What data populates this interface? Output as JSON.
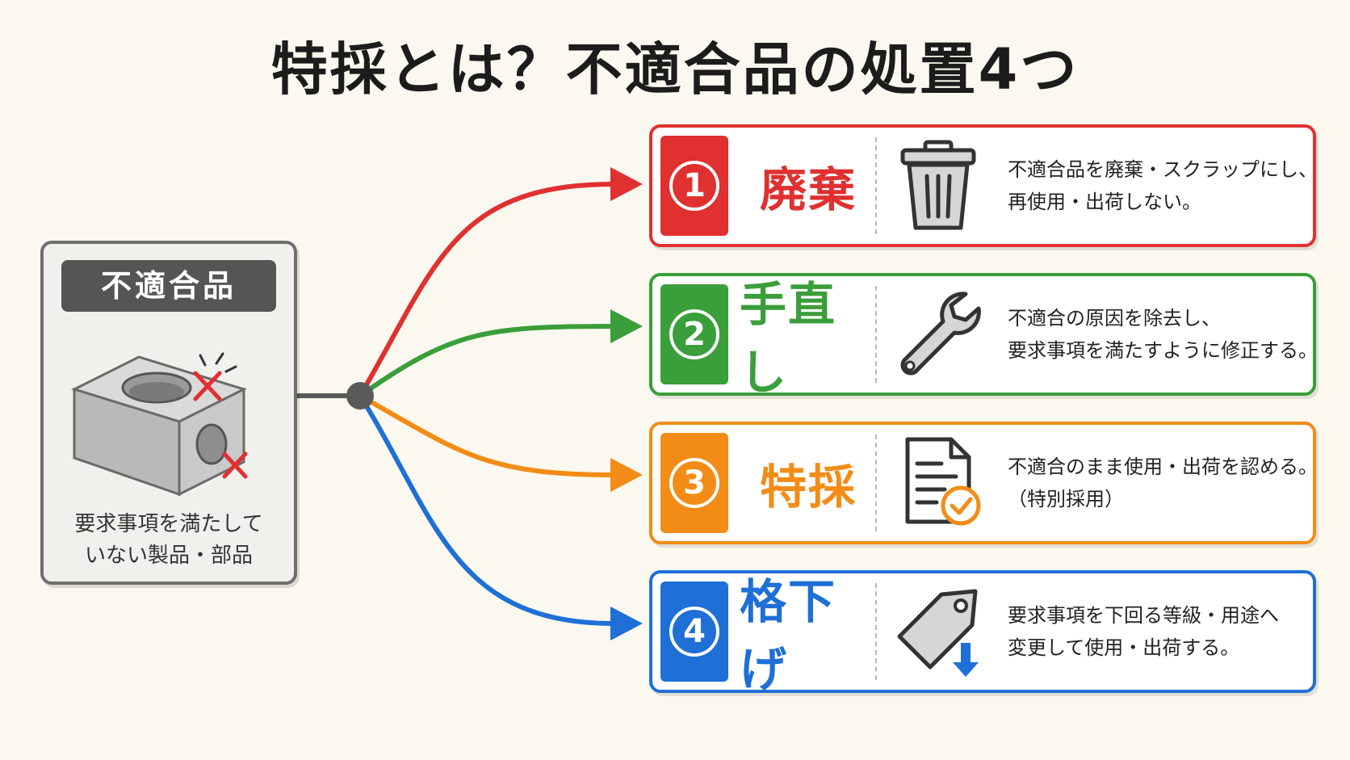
{
  "title": "特採とは？不適合品の処置4つ",
  "source": {
    "label": "不適合品",
    "description_lines": [
      "要求事項を満たして",
      "いない製品・部品"
    ]
  },
  "hub_color": "#5a5a5a",
  "options": [
    {
      "number": "1",
      "label": "廃棄",
      "color": "#e03030",
      "icon": "trash-can-icon",
      "text_lines": [
        "不適合品を廃棄・スクラップにし、",
        "再使用・出荷しない。"
      ]
    },
    {
      "number": "2",
      "label": "手直し",
      "color": "#3a9e3a",
      "icon": "wrench-icon",
      "text_lines": [
        "不適合の原因を除去し、",
        "要求事項を満たすように修正する。"
      ]
    },
    {
      "number": "3",
      "label": "特採",
      "color": "#f28c16",
      "icon": "document-check-icon",
      "text_lines": [
        "不適合のまま使用・出荷を認める。",
        "（特別採用）"
      ]
    },
    {
      "number": "4",
      "label": "格下げ",
      "color": "#1e6fd6",
      "icon": "price-tag-down-icon",
      "text_lines": [
        "要求事項を下回る等級・用途へ",
        "変更して使用・出荷する。"
      ]
    }
  ]
}
